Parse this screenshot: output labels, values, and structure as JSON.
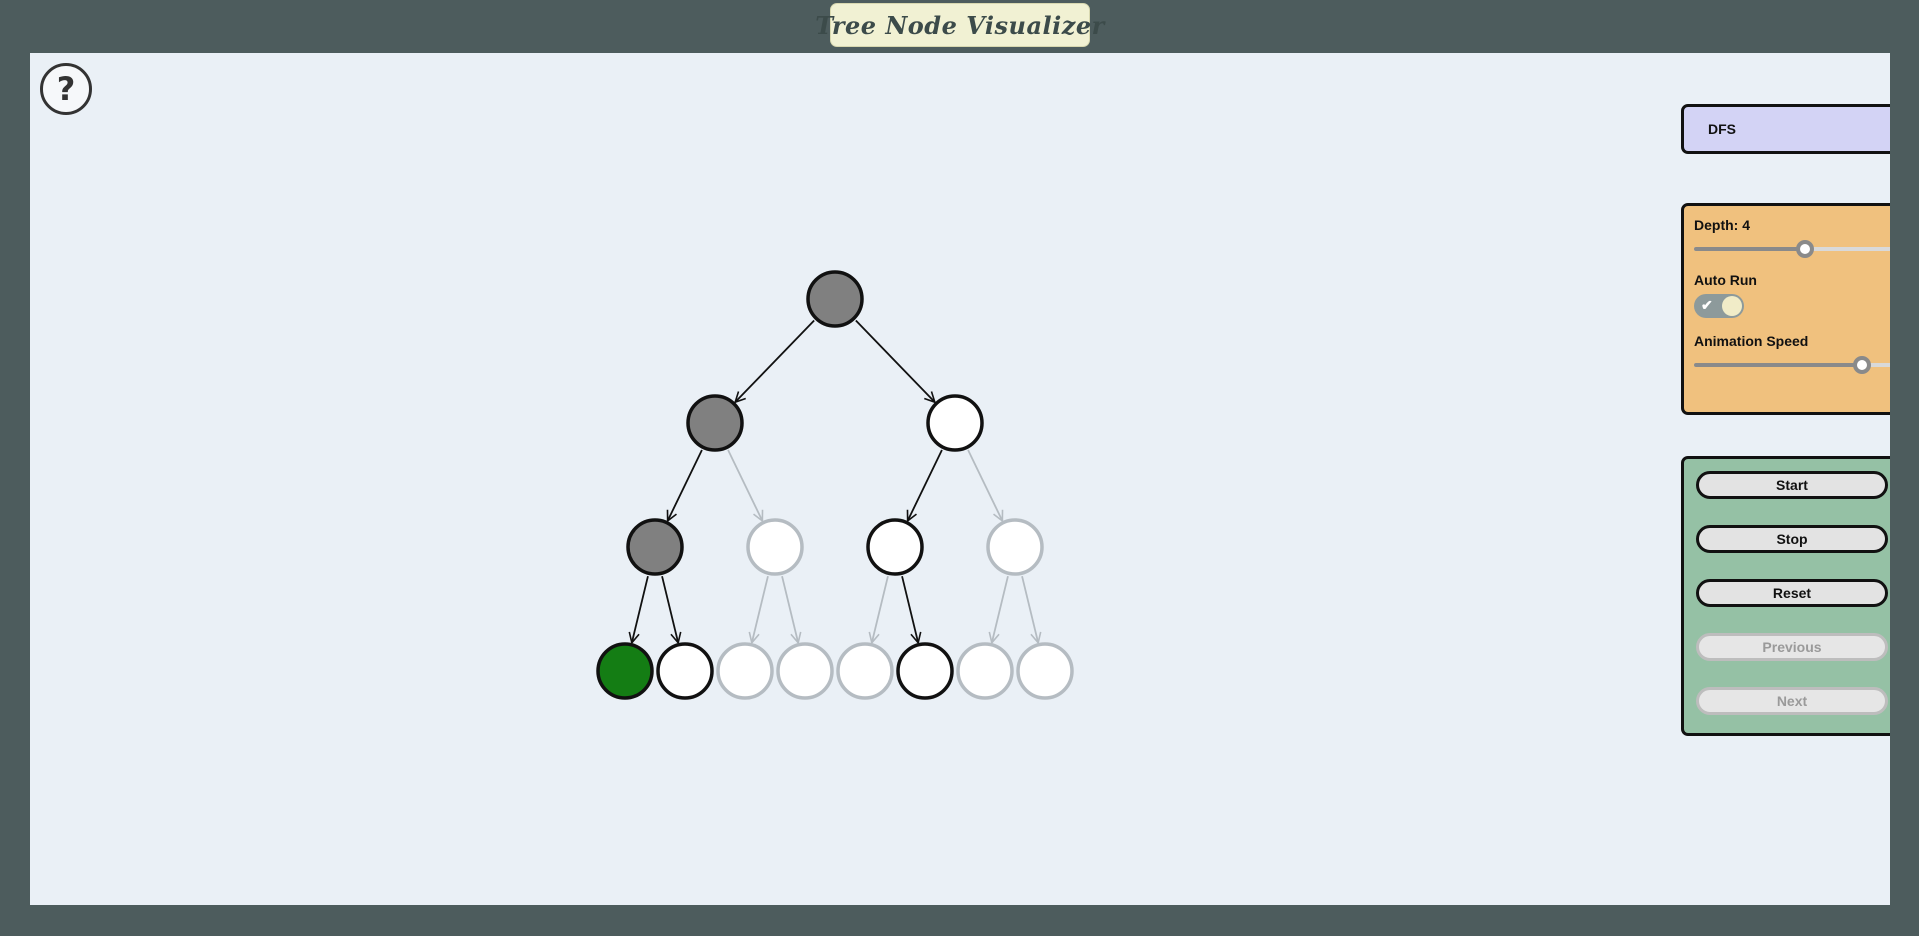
{
  "app": {
    "title": "Tree Node Visualizer"
  },
  "help": {
    "glyph": "?",
    "icon": "help-icon"
  },
  "algorithm_panel": {
    "selected": "DFS"
  },
  "settings": {
    "depth_label": "Depth: 4",
    "depth_value": 4,
    "depth_slider_fraction": 0.53,
    "auto_run_label": "Auto Run",
    "auto_run_enabled": true,
    "animation_speed_label": "Animation Speed",
    "animation_speed_fraction": 0.8
  },
  "controls": {
    "start_label": "Start",
    "stop_label": "Stop",
    "reset_label": "Reset",
    "previous_label": "Previous",
    "previous_enabled": false,
    "next_label": "Next",
    "next_enabled": false
  },
  "tree": {
    "depth": 4,
    "nodes": [
      {
        "id": 1,
        "state": "visited"
      },
      {
        "id": 2,
        "state": "visited"
      },
      {
        "id": 3,
        "state": "pending"
      },
      {
        "id": 4,
        "state": "visited"
      },
      {
        "id": 5,
        "state": "inactive"
      },
      {
        "id": 6,
        "state": "pending"
      },
      {
        "id": 7,
        "state": "inactive"
      },
      {
        "id": 8,
        "state": "current"
      },
      {
        "id": 9,
        "state": "pending"
      },
      {
        "id": 10,
        "state": "inactive"
      },
      {
        "id": 11,
        "state": "inactive"
      },
      {
        "id": 12,
        "state": "inactive"
      },
      {
        "id": 13,
        "state": "pending"
      },
      {
        "id": 14,
        "state": "inactive"
      },
      {
        "id": 15,
        "state": "inactive"
      }
    ],
    "edges": [
      {
        "from": 1,
        "to": 2,
        "state": "active"
      },
      {
        "from": 1,
        "to": 3,
        "state": "active"
      },
      {
        "from": 2,
        "to": 4,
        "state": "active"
      },
      {
        "from": 2,
        "to": 5,
        "state": "inactive"
      },
      {
        "from": 3,
        "to": 6,
        "state": "active"
      },
      {
        "from": 3,
        "to": 7,
        "state": "inactive"
      },
      {
        "from": 4,
        "to": 8,
        "state": "active"
      },
      {
        "from": 4,
        "to": 9,
        "state": "active"
      },
      {
        "from": 5,
        "to": 10,
        "state": "inactive"
      },
      {
        "from": 5,
        "to": 11,
        "state": "inactive"
      },
      {
        "from": 6,
        "to": 12,
        "state": "inactive"
      },
      {
        "from": 6,
        "to": 13,
        "state": "active"
      },
      {
        "from": 7,
        "to": 14,
        "state": "inactive"
      },
      {
        "from": 7,
        "to": 15,
        "state": "inactive"
      }
    ],
    "colors": {
      "visited": "#808080",
      "current": "#147d14",
      "pending": "#ffffff",
      "inactive": "#ffffff",
      "active_stroke": "#111111",
      "inactive_stroke": "#b5bcc2"
    }
  }
}
